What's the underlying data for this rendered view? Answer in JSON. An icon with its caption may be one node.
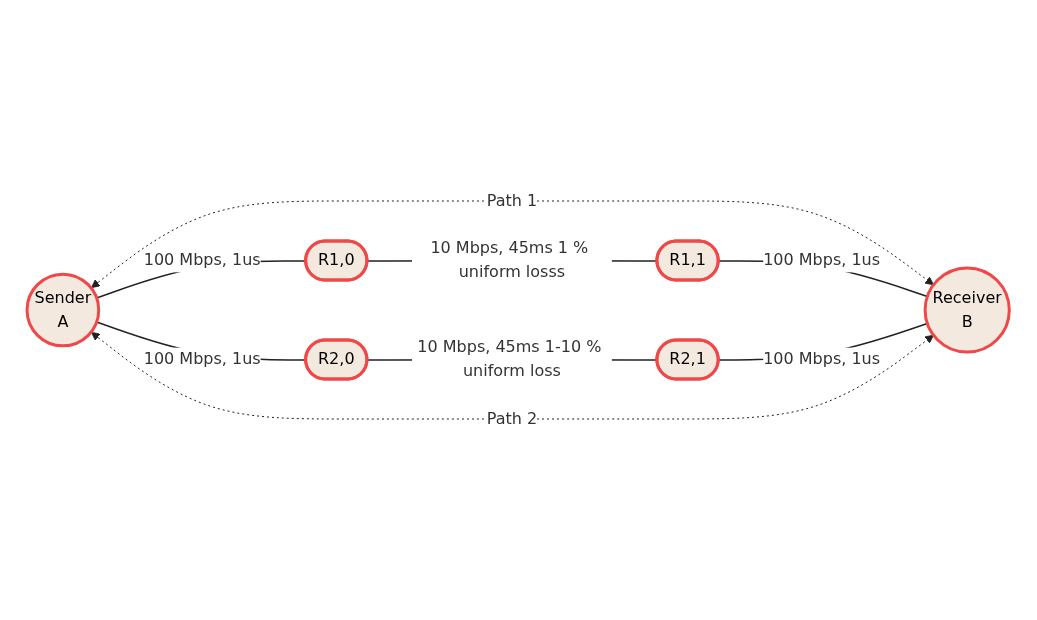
{
  "diagram": {
    "nodes": [
      {
        "text": [
          "Sender",
          "A"
        ]
      },
      {
        "text": [
          "R1,0"
        ]
      },
      {
        "text": [
          "R1,1"
        ]
      },
      {
        "text": [
          "Receiver",
          "B"
        ]
      },
      {
        "text": [
          "R2,0"
        ]
      },
      {
        "text": [
          "R2,1"
        ]
      }
    ],
    "edges": [
      {
        "from": 0,
        "to": 3,
        "arrow": "both",
        "label": "Path 1",
        "style": "dashed"
      },
      {
        "from": 0,
        "to": 1,
        "arrow": "none",
        "label": "100 Mbps, 1us"
      },
      {
        "from": 1,
        "to": 2,
        "arrow": "none",
        "label": "10 Mbps, 45ms 1 % uniform losss"
      },
      {
        "from": 2,
        "to": 3,
        "arrow": "none",
        "label": "100 Mbps, 1us"
      },
      {
        "from": 0,
        "to": 4,
        "arrow": "none",
        "label": "100 Mbps, 1us"
      },
      {
        "from": 4,
        "to": 5,
        "arrow": "none",
        "label": "10 Mbps, 45ms 1-10 % uniform loss"
      },
      {
        "from": 5,
        "to": 3,
        "arrow": "none",
        "label": "100 Mbps, 1us"
      },
      {
        "from": 0,
        "to": 3,
        "arrow": "both",
        "label": "Path 2",
        "style": "dashed"
      }
    ]
  }
}
